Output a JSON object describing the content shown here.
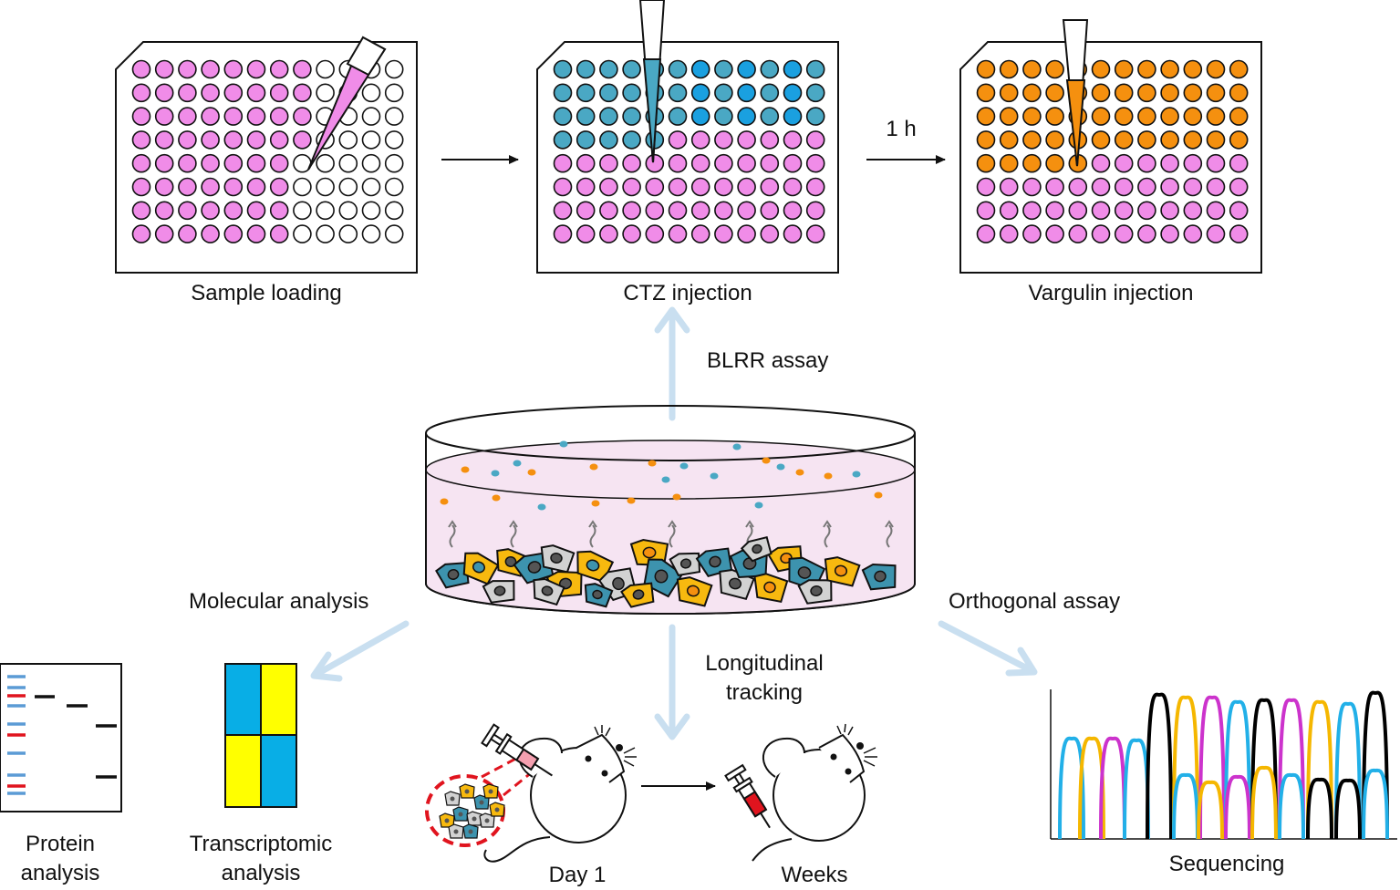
{
  "steps": {
    "sample_loading": "Sample loading",
    "ctz_injection": "CTZ injection",
    "vargulin_injection": "Vargulin injection",
    "time_interval": "1 h"
  },
  "branches": {
    "blrr_assay": "BLRR assay",
    "molecular_analysis": "Molecular analysis",
    "orthogonal_assay": "Orthogonal assay",
    "longitudinal_tracking_line1": "Longitudinal",
    "longitudinal_tracking_line2": "tracking"
  },
  "outputs": {
    "protein_line1": "Protein",
    "protein_line2": "analysis",
    "transcriptomic_line1": "Transcriptomic",
    "transcriptomic_line2": "analysis",
    "day1": "Day 1",
    "weeks": "Weeks",
    "sequencing": "Sequencing"
  },
  "colors": {
    "sample_pink": "#f08ce8",
    "ctz_blue": "#4aa8c4",
    "ctz_blue_bright": "#1aa0e0",
    "vargulin_orange": "#f5900f",
    "arrow_light_blue": "#c9dff0",
    "dish_fill": "#f6e4f2",
    "cell_blue": "#3d93ae",
    "cell_yellow": "#f7b90f",
    "cell_gray": "#d2d2d2",
    "blot_blue": "#5b9bd5",
    "blot_red": "#e0141e",
    "heat_blue": "#08aee6",
    "heat_yellow": "#ffff00",
    "seq_cyan": "#22b0e8",
    "seq_yellow": "#f5b700",
    "seq_magenta": "#cc33cc",
    "seq_black": "#000000"
  },
  "icons": [
    "pipette-tip-icon",
    "syringe-icon",
    "mouse-icon",
    "petri-dish-icon",
    "western-blot-icon",
    "heatmap-icon",
    "chromatogram-icon"
  ]
}
